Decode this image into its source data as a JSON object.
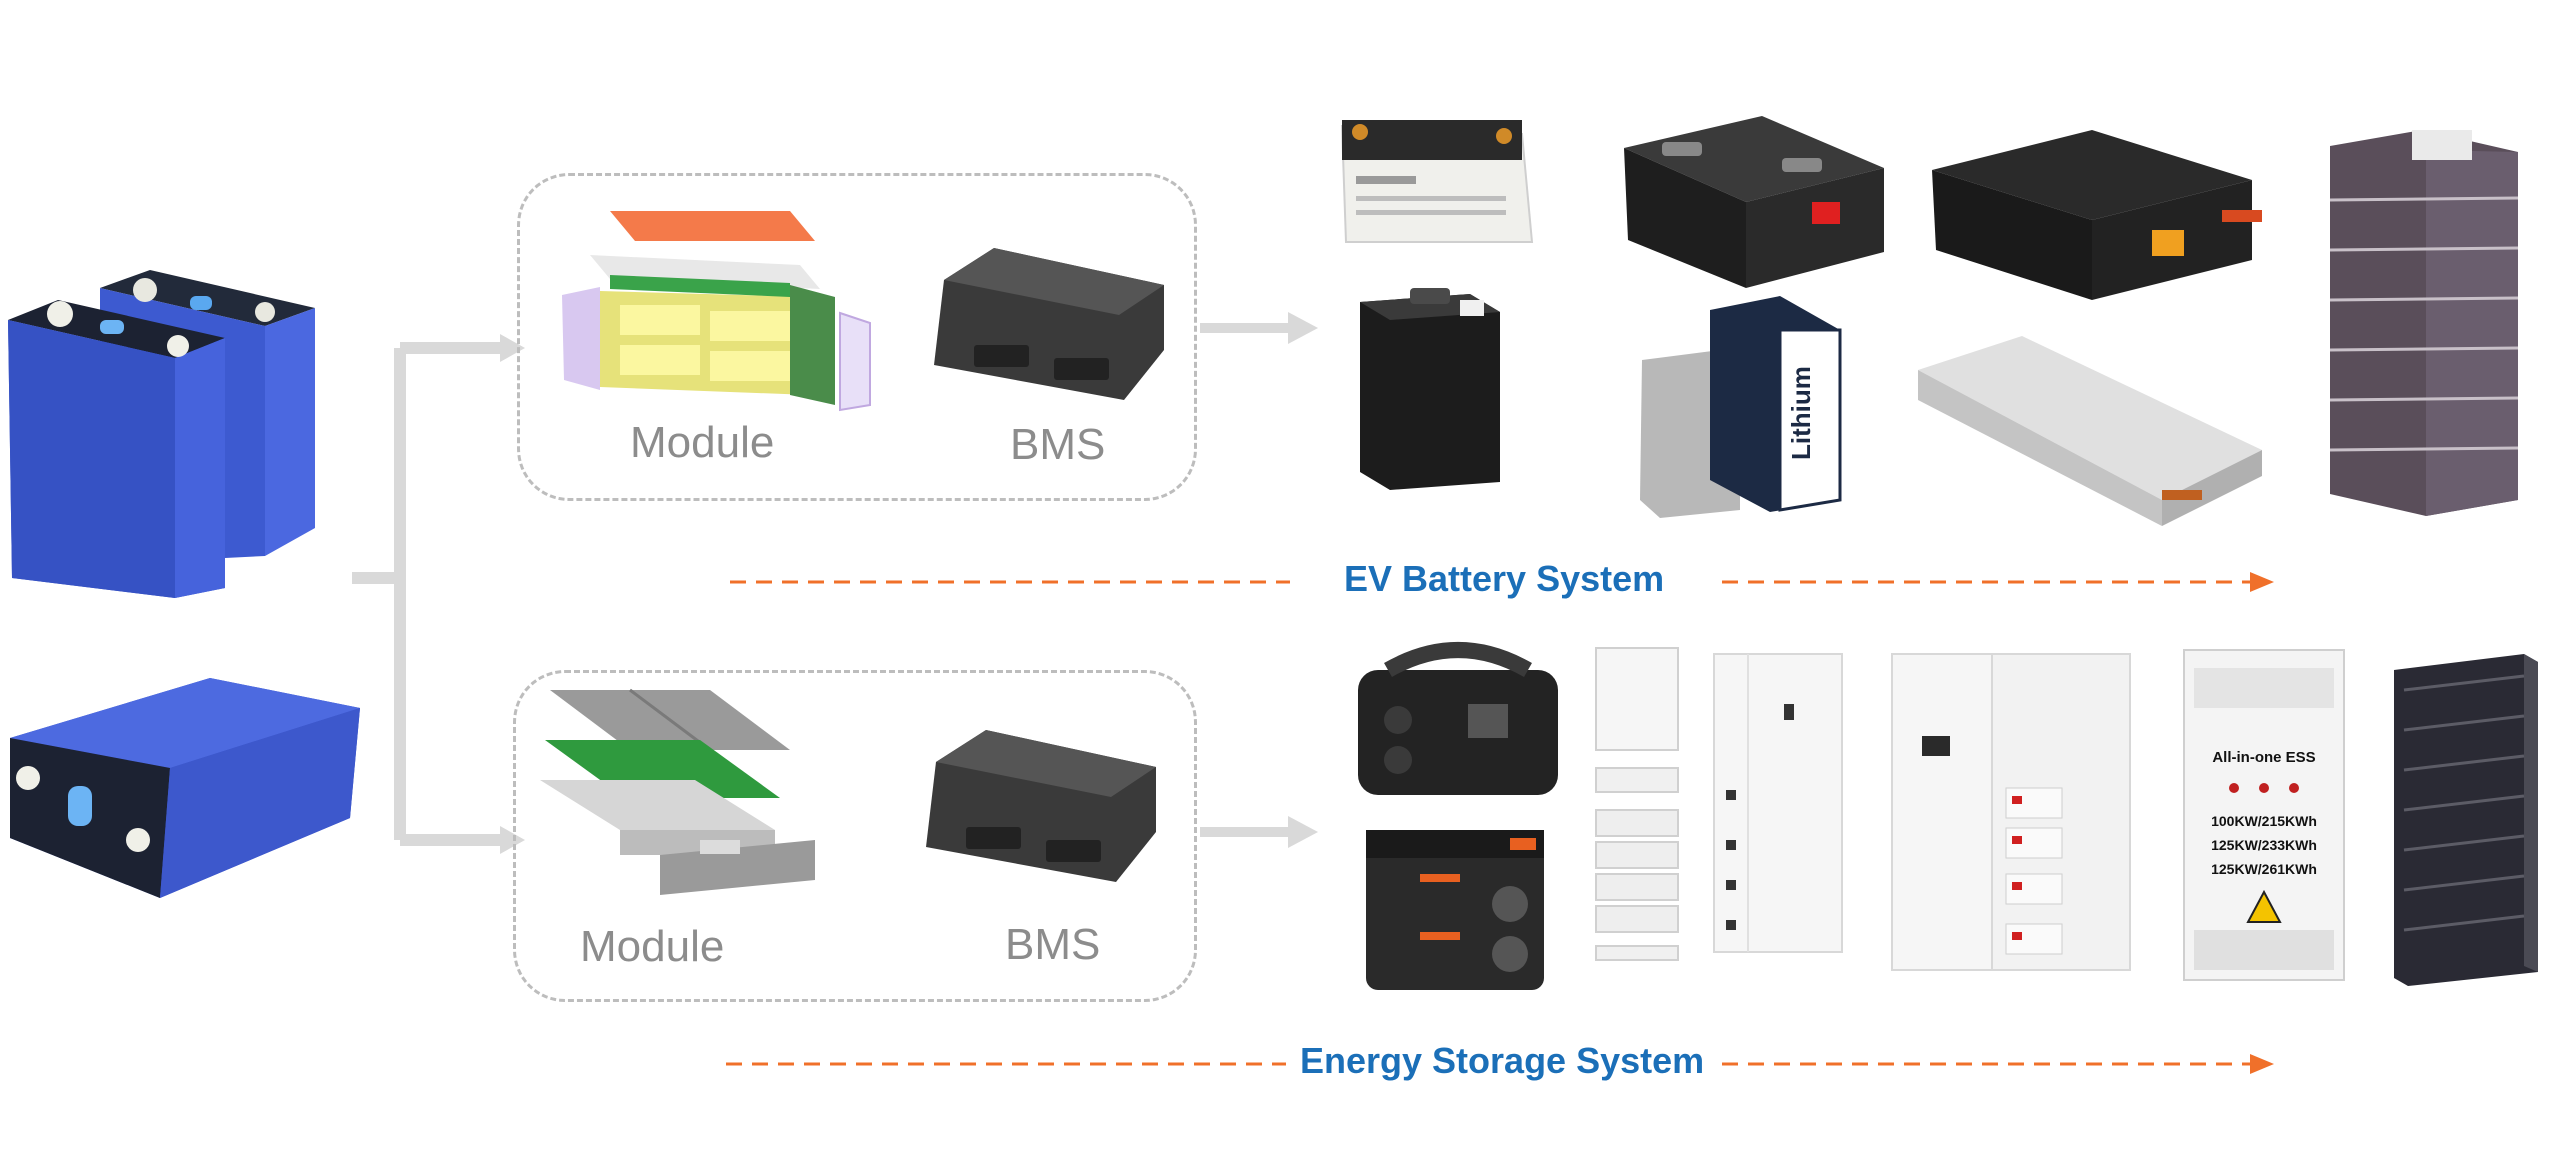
{
  "upper_group": {
    "module_label": "Module",
    "bms_label": "BMS"
  },
  "lower_group": {
    "module_label": "Module",
    "bms_label": "BMS"
  },
  "ev_system": {
    "label": "EV Battery System"
  },
  "ess_system": {
    "label": "Energy Storage System",
    "cabinet_text": {
      "title": "All-in-one ESS",
      "line1": "100KW/215KWh",
      "line2": "125KW/233KWh",
      "line3": "125KW/261KWh"
    },
    "lithium_text": "Lithium"
  },
  "colors": {
    "cell_blue": "#3a55c8",
    "system_label_blue": "#1b6fb8",
    "dashed_arrow_orange": "#f0702a",
    "connector_gray": "#d9d9d9",
    "box_border_gray": "#bdbdbd",
    "label_gray": "#8c8c8c"
  }
}
